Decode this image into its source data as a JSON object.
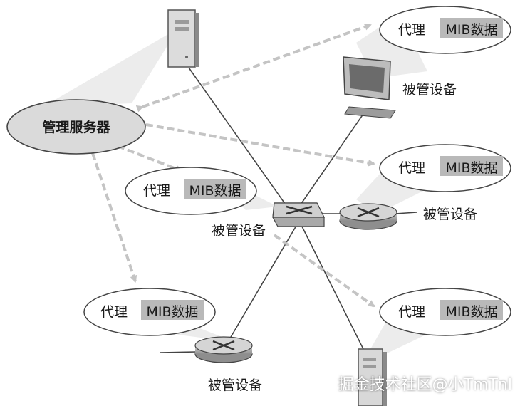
{
  "manager": {
    "label": "管理服务器"
  },
  "agent": {
    "proxy_label": "代理",
    "mib_label": "MIB数据"
  },
  "devices": {
    "managed_label": "被管设备"
  },
  "watermark": "掘金技术社区@小TmTnl",
  "colors": {
    "line": "#444444",
    "arrow": "#c9c9c9",
    "manager_fill": "#dadada",
    "agent_fill": "#ffffff",
    "mib_fill": "#b9b9b9",
    "device": "#9a9a9a"
  }
}
